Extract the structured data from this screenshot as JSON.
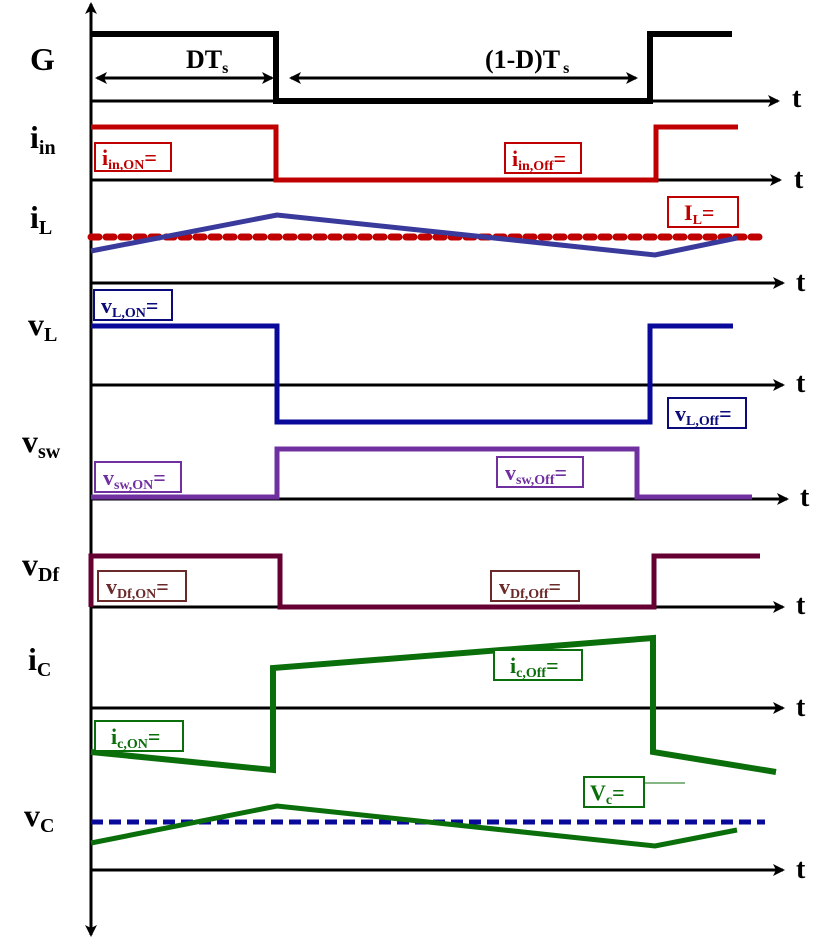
{
  "colors": {
    "gate": "#000000",
    "iin": "#c00000",
    "il": "#3a3a9c",
    "il_avg": "#c00000",
    "vl": "#0a0a9a",
    "vsw": "#7030a0",
    "vdf": "#660033",
    "vdf_box": "#6b2a2a",
    "ic": "#0a6e0a",
    "vc": "#0a6e0a",
    "vc_avg": "#0a0a9a"
  },
  "axis_label": "t",
  "signals": {
    "G": {
      "main": "G",
      "sub": ""
    },
    "iin": {
      "main": "i",
      "sub": "in"
    },
    "iL": {
      "main": "i",
      "sub": "L"
    },
    "vL": {
      "main": "v",
      "sub": "L"
    },
    "vsw": {
      "main": "v",
      "sub": "sw"
    },
    "vDf": {
      "main": "v",
      "sub": "Df"
    },
    "iC": {
      "main": "i",
      "sub": "C"
    },
    "vC": {
      "main": "v",
      "sub": "C"
    }
  },
  "intervals": {
    "on": {
      "main": "DT",
      "sub": "s"
    },
    "off": {
      "main": "(1-D)T",
      "sub": "s"
    }
  },
  "boxes": {
    "iin_on": {
      "main": "i",
      "sub": "in,ON",
      "eq": "="
    },
    "iin_off": {
      "main": "i",
      "sub": "in,Off",
      "eq": "="
    },
    "il_avg": {
      "main": "I",
      "sub": "L",
      "eq": "="
    },
    "vl_on": {
      "main": "v",
      "sub": "L,ON",
      "eq": "="
    },
    "vl_off": {
      "main": "v",
      "sub": "L,Off",
      "eq": "="
    },
    "vsw_on": {
      "main": "v",
      "sub": "sw,ON",
      "eq": "="
    },
    "vsw_off": {
      "main": "v",
      "sub": "sw,Off",
      "eq": "="
    },
    "vdf_on": {
      "main": "v",
      "sub": "Df,ON",
      "eq": "="
    },
    "vdf_off": {
      "main": "v",
      "sub": "Df,Off",
      "eq": "="
    },
    "ic_off": {
      "main": "i",
      "sub": "c,Off",
      "eq": "="
    },
    "ic_on": {
      "main": "i",
      "sub": "c,ON",
      "eq": "="
    },
    "vc_avg": {
      "main": "V",
      "sub": "c",
      "eq": "="
    }
  }
}
